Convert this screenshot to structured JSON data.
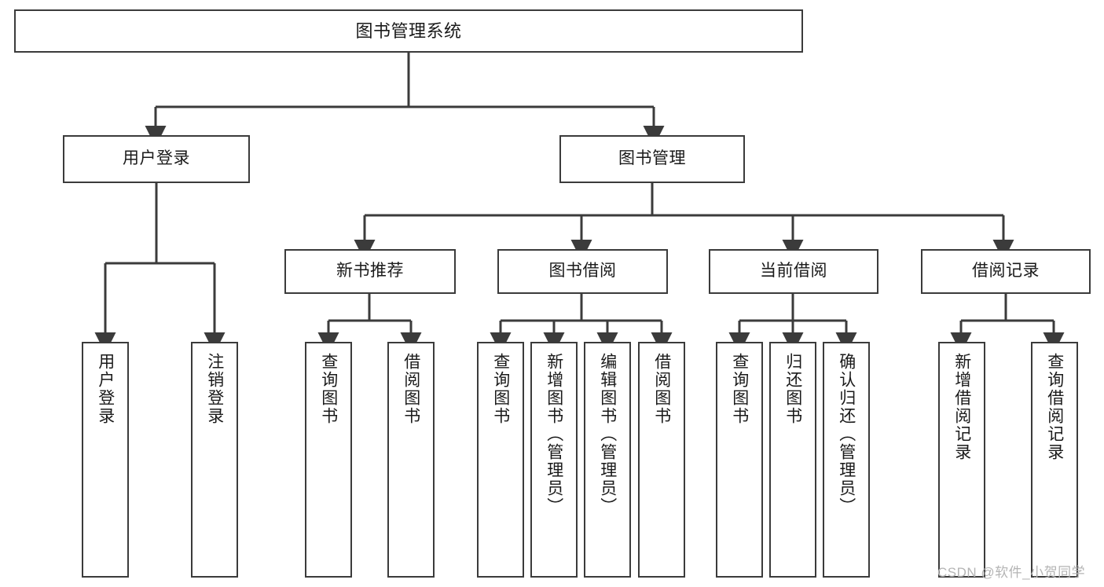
{
  "diagram": {
    "title": "图书管理系统",
    "type": "hierarchy-tree",
    "watermark": "CSDN @软件_小贺同学",
    "colors": {
      "stroke": "#3b3b3b",
      "fill": "#ffffff",
      "text": "#1a1a1a",
      "watermark": "#b4b4b4"
    },
    "nodes": {
      "root": {
        "label": "图书管理系统"
      },
      "level2": [
        {
          "id": "user-login",
          "label": "用户登录"
        },
        {
          "id": "book-manage",
          "label": "图书管理"
        }
      ],
      "level3": [
        {
          "id": "new-book-recommend",
          "label": "新书推荐"
        },
        {
          "id": "book-borrow",
          "label": "图书借阅"
        },
        {
          "id": "current-borrow",
          "label": "当前借阅"
        },
        {
          "id": "borrow-record",
          "label": "借阅记录"
        }
      ],
      "leaves": {
        "user-login": [
          {
            "id": "leaf-user-login",
            "label": "用户登录"
          },
          {
            "id": "leaf-logout-login",
            "label": "注销登录"
          }
        ],
        "new-book-recommend": [
          {
            "id": "leaf-query-book-1",
            "label": "查询图书"
          },
          {
            "id": "leaf-borrow-book-1",
            "label": "借阅图书"
          }
        ],
        "book-borrow": [
          {
            "id": "leaf-query-book-2",
            "label": "查询图书"
          },
          {
            "id": "leaf-add-book",
            "label": "新增图书（管理员）"
          },
          {
            "id": "leaf-edit-book",
            "label": "编辑图书（管理员）"
          },
          {
            "id": "leaf-borrow-book-2",
            "label": "借阅图书"
          }
        ],
        "current-borrow": [
          {
            "id": "leaf-query-book-3",
            "label": "查询图书"
          },
          {
            "id": "leaf-return-book",
            "label": "归还图书"
          },
          {
            "id": "leaf-confirm-return",
            "label": "确认归还（管理员）"
          }
        ],
        "borrow-record": [
          {
            "id": "leaf-add-record",
            "label": "新增借阅记录"
          },
          {
            "id": "leaf-query-record",
            "label": "查询借阅记录"
          }
        ]
      }
    }
  }
}
